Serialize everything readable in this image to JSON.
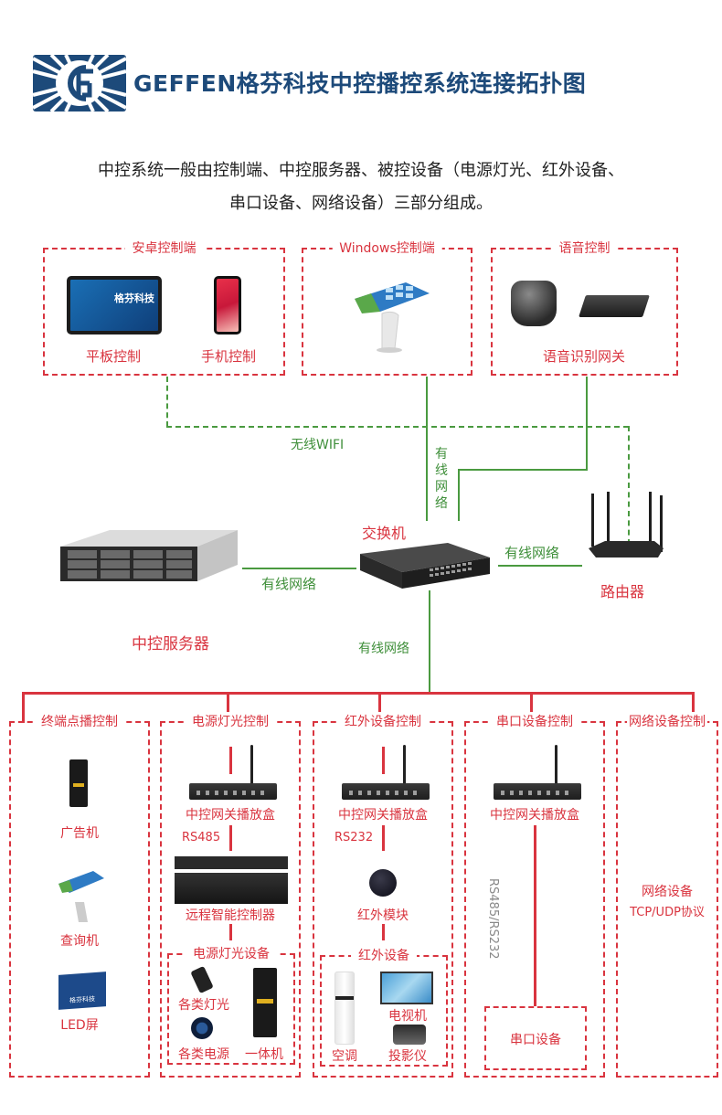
{
  "header": {
    "logo": "geffen-logo",
    "title": "GEFFEN格芬科技中控播控系统连接拓扑图"
  },
  "intro": {
    "line1": "中控系统一般由控制端、中控服务器、被控设备（电源灯光、红外设备、",
    "line2": "串口设备、网络设备）三部分组成。"
  },
  "colors": {
    "brand": "#1d4a7a",
    "label_red": "#d9343f",
    "line_green": "#4a9a40"
  },
  "control_terminals": [
    {
      "title": "安卓控制端",
      "items": [
        {
          "label": "平板控制",
          "icon": "tablet-icon",
          "screen_text": "格芬科技"
        },
        {
          "label": "手机控制",
          "icon": "phone-icon"
        }
      ]
    },
    {
      "title": "Windows控制端",
      "items": [
        {
          "label": "",
          "icon": "kiosk-icon"
        }
      ]
    },
    {
      "title": "语音控制",
      "items": [
        {
          "label": "语音识别网关",
          "icon": "voice-gateway-icon"
        }
      ]
    }
  ],
  "network": {
    "wifi_label": "无线WIFI",
    "wired_vertical": "有线网络",
    "switch_label": "交换机",
    "router_label": "路由器",
    "server_label": "中控服务器",
    "server_link": "有线网络",
    "router_link": "有线网络",
    "down_link": "有线网络"
  },
  "controlled": {
    "terminal": {
      "title": "终端点播控制",
      "items": [
        "广告机",
        "查询机",
        "LED屏"
      ],
      "led_text": "格芬科技"
    },
    "power": {
      "title": "电源灯光控制",
      "gateway": "中控网关播放盒",
      "protocol": "RS485",
      "controller": "远程智能控制器",
      "sub_title": "电源灯光设备",
      "devices": [
        "各类灯光",
        "各类电源",
        "一体机"
      ]
    },
    "ir": {
      "title": "红外设备控制",
      "gateway": "中控网关播放盒",
      "protocol": "RS232",
      "module": "红外模块",
      "sub_title": "红外设备",
      "devices": [
        "空调",
        "电视机",
        "投影仪"
      ]
    },
    "serial": {
      "title": "串口设备控制",
      "gateway": "中控网关播放盒",
      "protocol": "RS485/RS232",
      "device": "串口设备"
    },
    "netdev": {
      "title": "网络设备控制",
      "line1": "网络设备",
      "line2": "TCP/UDP协议"
    }
  }
}
